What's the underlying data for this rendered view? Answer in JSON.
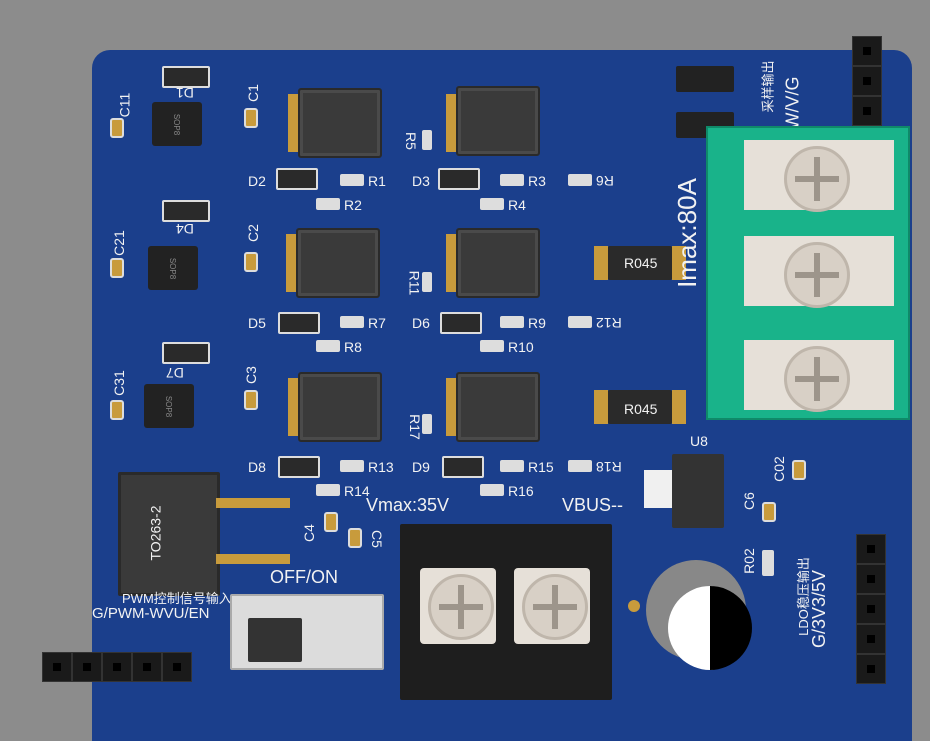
{
  "labels": {
    "c11": "C11",
    "c1": "C1",
    "c21": "C21",
    "c2": "C2",
    "c31": "C31",
    "c3": "C3",
    "d1": "D1",
    "d4": "D4",
    "d7": "D7",
    "d2": "D2",
    "d3": "D3",
    "d5": "D5",
    "d6": "D6",
    "d8": "D8",
    "d9": "D9",
    "r1": "R1",
    "r2": "R2",
    "r3": "R3",
    "r4": "R4",
    "r5": "R5",
    "r6": "R6",
    "r7": "R7",
    "r8": "R8",
    "r9": "R9",
    "r10": "R10",
    "r11": "R11",
    "r12": "R12",
    "r13": "R13",
    "r14": "R14",
    "r15": "R15",
    "r16": "R16",
    "r17": "R17",
    "r18": "R18",
    "c4": "C4",
    "c5": "C5",
    "c6": "C6",
    "c02": "C02",
    "r02": "R02",
    "u8": "U8",
    "r045_a": "R045",
    "r045_b": "R045",
    "to263": "TO263-2",
    "imax": "Imax:80A",
    "vmax": "Vmax:35V",
    "vbus": "VBUS--",
    "off_on": "OFF/ON",
    "pwm_title": "PWM控制信号输入",
    "pwm_pins": "G/PWM-WVU/EN",
    "ldo_title": "LDO稳压输出",
    "ldo_pins": "G/3V3/5V",
    "sample_title": "采样输出",
    "sample_pins": "W/V/G",
    "soic_label": "SOP8"
  }
}
